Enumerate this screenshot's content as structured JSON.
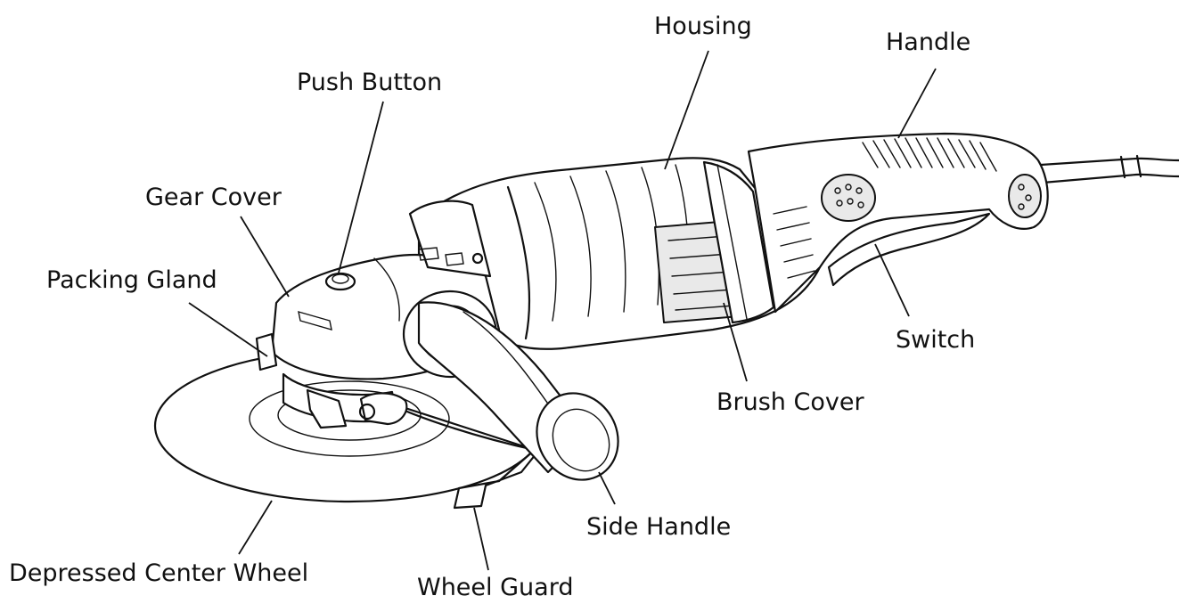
{
  "labels": {
    "housing": "Housing",
    "handle": "Handle",
    "push_button": "Push Button",
    "gear_cover": "Gear Cover",
    "packing_gland": "Packing Gland",
    "switch": "Switch",
    "brush_cover": "Brush Cover",
    "side_handle": "Side Handle",
    "depressed_center_wheel": "Depressed Center Wheel",
    "wheel_guard": "Wheel Guard"
  },
  "colors": {
    "ink": "#111111",
    "background": "#ffffff"
  }
}
